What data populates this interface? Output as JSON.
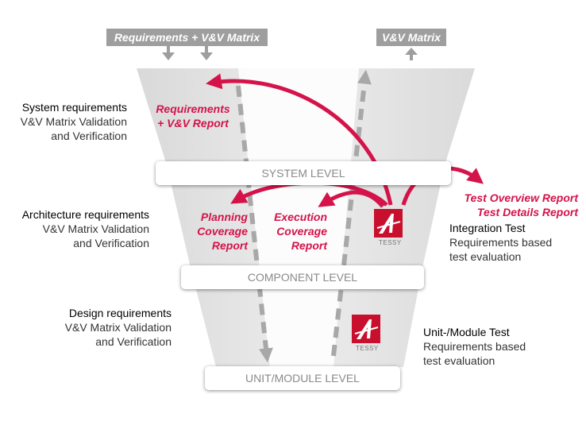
{
  "top_tags": {
    "left": "Requirements + V&V Matrix",
    "right": "V&V Matrix"
  },
  "levels": {
    "system": "SYSTEM LEVEL",
    "component": "COMPONENT LEVEL",
    "unit": "UNIT/MODULE LEVEL"
  },
  "requirements": {
    "system": {
      "title": "System requirements",
      "line1": "V&V Matrix Validation",
      "line2": "and Verification"
    },
    "architecture": {
      "title": "Architecture requirements",
      "line1": "V&V Matrix Validation",
      "line2": "and Verification"
    },
    "design": {
      "title": "Design requirements",
      "line1": "V&V Matrix Validation",
      "line2": "and Verification"
    }
  },
  "reports": {
    "vv_report_line1": "Requirements",
    "vv_report_line2": "+ V&V Report",
    "planning_line1": "Planning",
    "planning_line2": "Coverage",
    "planning_line3": "Report",
    "execution_line1": "Execution",
    "execution_line2": "Coverage",
    "execution_line3": "Report",
    "test_overview": "Test Overview Report",
    "test_details": "Test Details Report"
  },
  "tests": {
    "integration": {
      "title": "Integration Test",
      "line1": "Requirements based",
      "line2": "test evaluation"
    },
    "unit": {
      "title": "Unit-/Module Test",
      "line1": "Requirements based",
      "line2": "test evaluation"
    }
  },
  "logo": {
    "text": "TESSY"
  },
  "colors": {
    "accent_red": "#d4134a",
    "funnel_gray": "#e3e3e3",
    "tag_gray": "#9e9e9e",
    "dashed_gray": "#a8a8a8"
  }
}
